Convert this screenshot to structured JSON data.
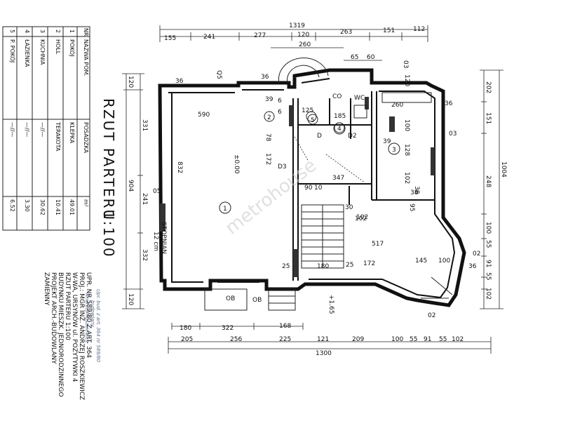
{
  "drawing": {
    "title": "RZUT PARTERU",
    "scale": "1:100"
  },
  "room_table": {
    "headers": {
      "nr": "NR",
      "name": "NAZWA POM.",
      "floor": "POSADZKA",
      "area": "m²"
    },
    "rows": [
      {
        "nr": "1",
        "name": "POKÓJ",
        "floor": "KLEPKA",
        "area": "49.01"
      },
      {
        "nr": "2",
        "name": "HOLL",
        "floor": "TERAKOTA",
        "area": "10.41"
      },
      {
        "nr": "3",
        "name": "KUCHNIA",
        "floor": "—//—",
        "area": "30.62"
      },
      {
        "nr": "4",
        "name": "ŁAZIENKA",
        "floor": "—//—",
        "area": "3.30"
      },
      {
        "nr": "5",
        "name": "P. POKÓJ",
        "floor": "—//—",
        "area": "6.52"
      }
    ]
  },
  "project_info": {
    "lines": [
      "ZAMIENNY",
      "PROJEKT ARCH.-BUDOWLANY",
      "BUDYNKU MIESZK. JEDNORODZINNEGO",
      "RZUT PARTERU 1:100",
      "W-WA, URSYNÓW ul. POZYTYWKI 4",
      "PROJ.: MGR INŻ. ANDRZEJ ROSZKIEWICZ",
      "UPR. NR 589/80 Z ART. 364"
    ],
    "stamp": [
      "Andrzej Roszkiewicz",
      "budowlany",
      "Upr. bud. z art. 364 nr 589/80"
    ]
  },
  "dimensions": {
    "top_total": "1319",
    "top_segments": [
      "155",
      "241",
      "277",
      "120",
      "263",
      "151",
      "112"
    ],
    "top_inner": [
      "260",
      "65",
      "60"
    ],
    "bottom_total": "1300",
    "bottom_segments": [
      "205",
      "256",
      "225",
      "121",
      "209",
      "100",
      "55",
      "91",
      "55",
      "102"
    ],
    "bottom_inner": [
      "180",
      "322",
      "168"
    ],
    "right_total": "1004",
    "right_segments": [
      "202",
      "151",
      "248",
      "100",
      "55",
      "91",
      "55",
      "102"
    ],
    "left_total": "904",
    "left_segments": [
      "120",
      "331",
      "241",
      "332",
      "120"
    ]
  },
  "plan_labels": {
    "rooms": [
      "1",
      "2",
      "3",
      "4",
      "5"
    ],
    "interior": [
      "590",
      "832",
      "36",
      "36",
      "39",
      "6",
      "125",
      "185",
      "D",
      "D2",
      "CO",
      "WC",
      "260",
      "100",
      "128",
      "102",
      "95",
      "38",
      "517",
      "145",
      "100",
      "36",
      "25",
      "172",
      "180",
      "25",
      "102",
      "347",
      "D3",
      "90",
      "10",
      "±0.00",
      "+1.65",
      "OB",
      "OB",
      "STOPNIAN",
      "12 cm",
      "05",
      "Q5",
      "03",
      "02",
      "02",
      "03",
      "120",
      "36",
      "39",
      "6",
      "78",
      "172",
      "38",
      "30",
      "102"
    ]
  },
  "watermark": "metrohouse"
}
